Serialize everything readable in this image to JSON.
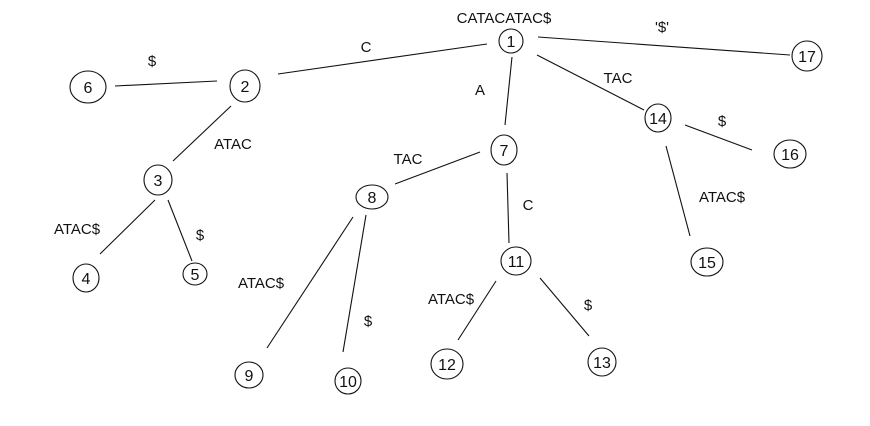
{
  "title": "CATACATAC$",
  "nodes": [
    {
      "id": "n1",
      "label": "1"
    },
    {
      "id": "n2",
      "label": "2"
    },
    {
      "id": "n3",
      "label": "3"
    },
    {
      "id": "n4",
      "label": "4"
    },
    {
      "id": "n5",
      "label": "5"
    },
    {
      "id": "n6",
      "label": "6"
    },
    {
      "id": "n7",
      "label": "7"
    },
    {
      "id": "n8",
      "label": "8"
    },
    {
      "id": "n9",
      "label": "9"
    },
    {
      "id": "n10",
      "label": "10"
    },
    {
      "id": "n11",
      "label": "11"
    },
    {
      "id": "n12",
      "label": "12"
    },
    {
      "id": "n13",
      "label": "13"
    },
    {
      "id": "n14",
      "label": "14"
    },
    {
      "id": "n15",
      "label": "15"
    },
    {
      "id": "n16",
      "label": "16"
    },
    {
      "id": "n17",
      "label": "17"
    }
  ],
  "edges": [
    {
      "from": "n1",
      "to": "n2",
      "label": "C"
    },
    {
      "from": "n1",
      "to": "n7",
      "label": "A"
    },
    {
      "from": "n1",
      "to": "n14",
      "label": "TAC"
    },
    {
      "from": "n1",
      "to": "n17",
      "label": "'$'"
    },
    {
      "from": "n2",
      "to": "n6",
      "label": "$"
    },
    {
      "from": "n2",
      "to": "n3",
      "label": "ATAC"
    },
    {
      "from": "n3",
      "to": "n4",
      "label": "ATAC$"
    },
    {
      "from": "n3",
      "to": "n5",
      "label": "$"
    },
    {
      "from": "n7",
      "to": "n8",
      "label": "TAC"
    },
    {
      "from": "n7",
      "to": "n11",
      "label": "C"
    },
    {
      "from": "n8",
      "to": "n9",
      "label": "ATAC$"
    },
    {
      "from": "n8",
      "to": "n10",
      "label": "$"
    },
    {
      "from": "n11",
      "to": "n12",
      "label": "ATAC$"
    },
    {
      "from": "n11",
      "to": "n13",
      "label": "$"
    },
    {
      "from": "n14",
      "to": "n16",
      "label": "$"
    },
    {
      "from": "n14",
      "to": "n15",
      "label": "ATAC$"
    }
  ]
}
